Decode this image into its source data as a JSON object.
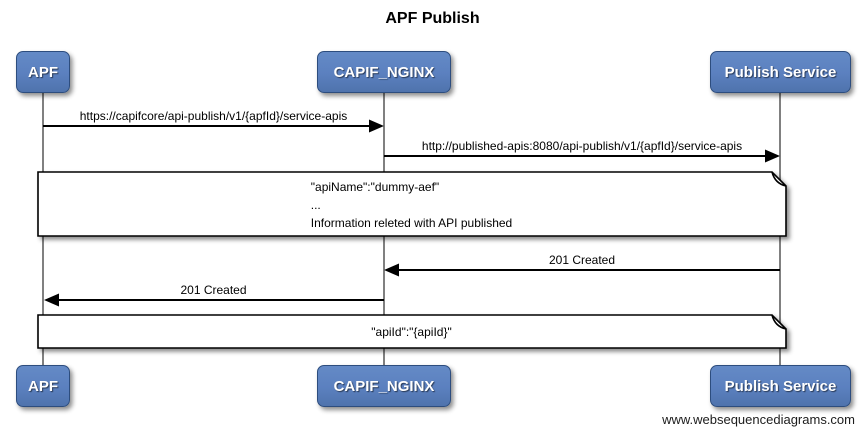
{
  "title": "APF Publish",
  "actors": [
    {
      "name": "APF"
    },
    {
      "name": "CAPIF_NGINX"
    },
    {
      "name": "Publish Service"
    }
  ],
  "messages": [
    {
      "from": "APF",
      "to": "CAPIF_NGINX",
      "label": "https://capifcore/api-publish/v1/{apfId}/service-apis"
    },
    {
      "from": "CAPIF_NGINX",
      "to": "Publish Service",
      "label": "http://published-apis:8080/api-publish/v1/{apfId}/service-apis"
    },
    {
      "from": "Publish Service",
      "to": "CAPIF_NGINX",
      "label": "201 Created"
    },
    {
      "from": "CAPIF_NGINX",
      "to": "APF",
      "label": "201 Created"
    }
  ],
  "notes": [
    {
      "lines": [
        "\"apiName\":\"dummy-aef\"",
        "...",
        "Information releted with API published"
      ]
    },
    {
      "lines": [
        "\"apiId\":\"{apiId}\""
      ]
    }
  ],
  "watermark": "www.websequencediagrams.com",
  "colors": {
    "actor_fill": "#5b80bf",
    "actor_border": "#2d4d7e",
    "lifeline": "#808080",
    "message_line": "#000000",
    "note_fill": "#ffffff"
  }
}
